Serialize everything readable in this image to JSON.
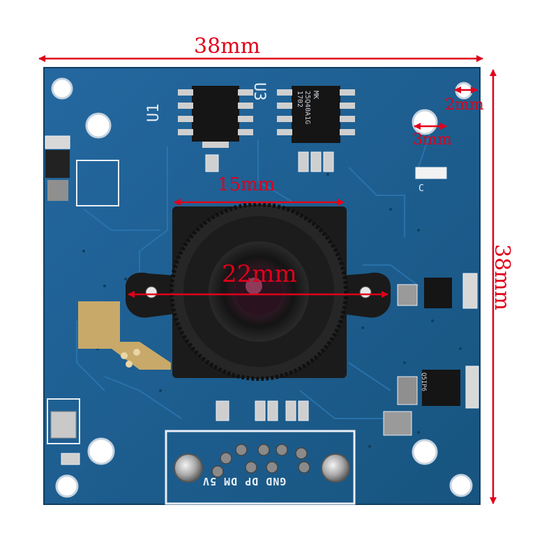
{
  "dimensions": {
    "board_width": "38mm",
    "board_height": "38mm",
    "lens_holder_width": "15mm",
    "mount_span": "22mm",
    "small_hole": "2mm",
    "hole_spacing": "3mm"
  },
  "silkscreen": {
    "u1": "U1",
    "u3": "U3",
    "cap": "C",
    "usb_pins": "GND DP DM 5V"
  },
  "chip_markings": {
    "main": "MK\n25Q40A1G\n1702",
    "regulator": "Q5IP6"
  },
  "colors": {
    "board": "#1d5f91",
    "dimension": "#e0001a",
    "gold_pad": "#c8a96a",
    "lens_holder": "#1b1b1b"
  }
}
